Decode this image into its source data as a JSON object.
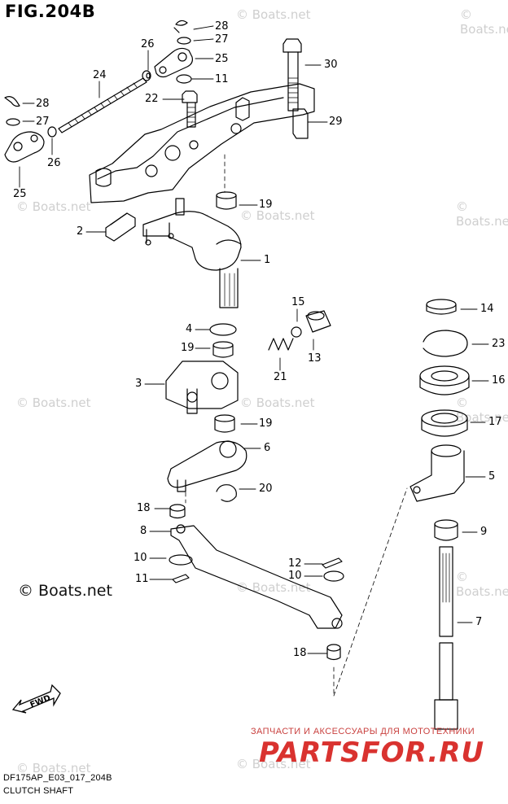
{
  "diagram": {
    "title": "FIG.204B",
    "model_code": "DF175AP_E03_017_204B",
    "name": "CLUTCH SHAFT",
    "fwd_label": "FWD",
    "watermark": "© Boats.net",
    "watermark_large": "© Boats.net",
    "promo_text": "ЗАПЧАСТИ И АКСЕССУАРЫ ДЛЯ МОТОТЕХНИКИ",
    "promo_logo": "PARTSFOR.RU"
  },
  "callouts": [
    {
      "id": "c28a",
      "label": "28"
    },
    {
      "id": "c27a",
      "label": "27"
    },
    {
      "id": "c26a",
      "label": "26"
    },
    {
      "id": "c25a",
      "label": "25"
    },
    {
      "id": "c30",
      "label": "30"
    },
    {
      "id": "c11a",
      "label": "11"
    },
    {
      "id": "c24",
      "label": "24"
    },
    {
      "id": "c22",
      "label": "22"
    },
    {
      "id": "c28b",
      "label": "28"
    },
    {
      "id": "c29",
      "label": "29"
    },
    {
      "id": "c27b",
      "label": "27"
    },
    {
      "id": "c26b",
      "label": "26"
    },
    {
      "id": "c25b",
      "label": "25"
    },
    {
      "id": "c19a",
      "label": "19"
    },
    {
      "id": "c2",
      "label": "2"
    },
    {
      "id": "c1",
      "label": "1"
    },
    {
      "id": "c15",
      "label": "15"
    },
    {
      "id": "c14",
      "label": "14"
    },
    {
      "id": "c4",
      "label": "4"
    },
    {
      "id": "c23",
      "label": "23"
    },
    {
      "id": "c19b",
      "label": "19"
    },
    {
      "id": "c13",
      "label": "13"
    },
    {
      "id": "c3",
      "label": "3"
    },
    {
      "id": "c21",
      "label": "21"
    },
    {
      "id": "c16",
      "label": "16"
    },
    {
      "id": "c19c",
      "label": "19"
    },
    {
      "id": "c17",
      "label": "17"
    },
    {
      "id": "c6",
      "label": "6"
    },
    {
      "id": "c5",
      "label": "5"
    },
    {
      "id": "c20",
      "label": "20"
    },
    {
      "id": "c18a",
      "label": "18"
    },
    {
      "id": "c9",
      "label": "9"
    },
    {
      "id": "c8",
      "label": "8"
    },
    {
      "id": "c10a",
      "label": "10"
    },
    {
      "id": "c12",
      "label": "12"
    },
    {
      "id": "c10b",
      "label": "10"
    },
    {
      "id": "c11b",
      "label": "11"
    },
    {
      "id": "c7",
      "label": "7"
    },
    {
      "id": "c18b",
      "label": "18"
    }
  ]
}
